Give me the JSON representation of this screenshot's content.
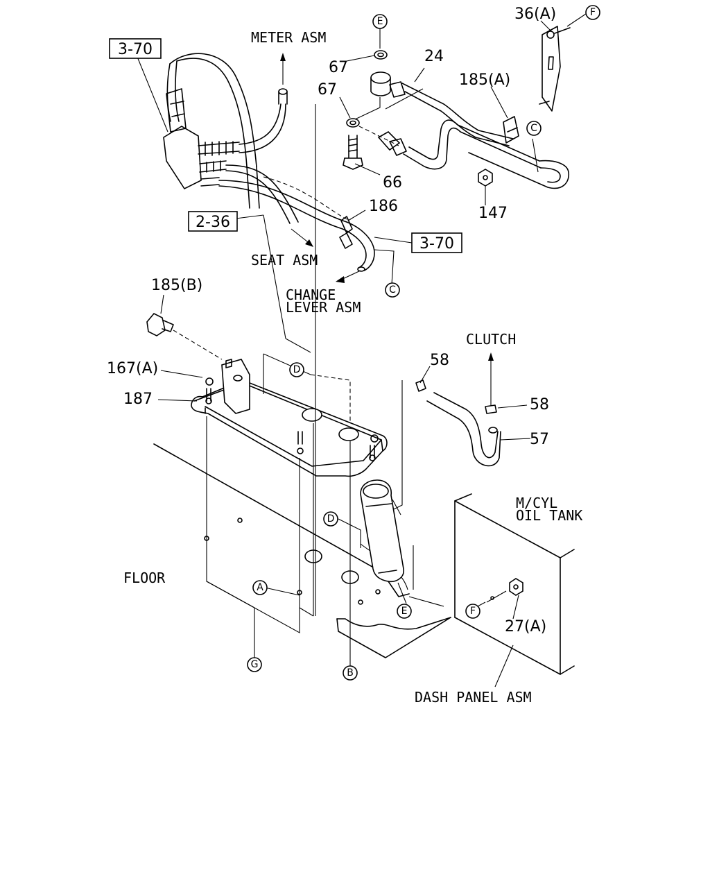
{
  "labels": {
    "meter_asm": "METER ASM",
    "seat_asm": "SEAT ASM",
    "change_lever_1": "CHANGE",
    "change_lever_2": "LEVER ASM",
    "clutch": "CLUTCH",
    "floor": "FLOOR",
    "mcyl_1": "M/CYL",
    "mcyl_2": "OIL TANK",
    "dash_panel": "DASH PANEL ASM"
  },
  "boxed_refs": {
    "ref_a": "3-70",
    "ref_b": "2-36",
    "ref_c": "3-70"
  },
  "part_numbers": {
    "p36a": "36(A)",
    "p24": "24",
    "p67a": "67",
    "p67b": "67",
    "p185a": "185(A)",
    "p66": "66",
    "p147": "147",
    "p186": "186",
    "p185b": "185(B)",
    "p167a": "167(A)",
    "p187": "187",
    "p58a": "58",
    "p58b": "58",
    "p57": "57",
    "p27a": "27(A)"
  },
  "circled": {
    "e_top": "E",
    "f_top": "F",
    "c_right": "C",
    "c_low": "C",
    "d_upper": "D",
    "d_lower": "D",
    "a": "A",
    "e_low": "E",
    "f_low": "F",
    "g": "G",
    "b": "B"
  }
}
